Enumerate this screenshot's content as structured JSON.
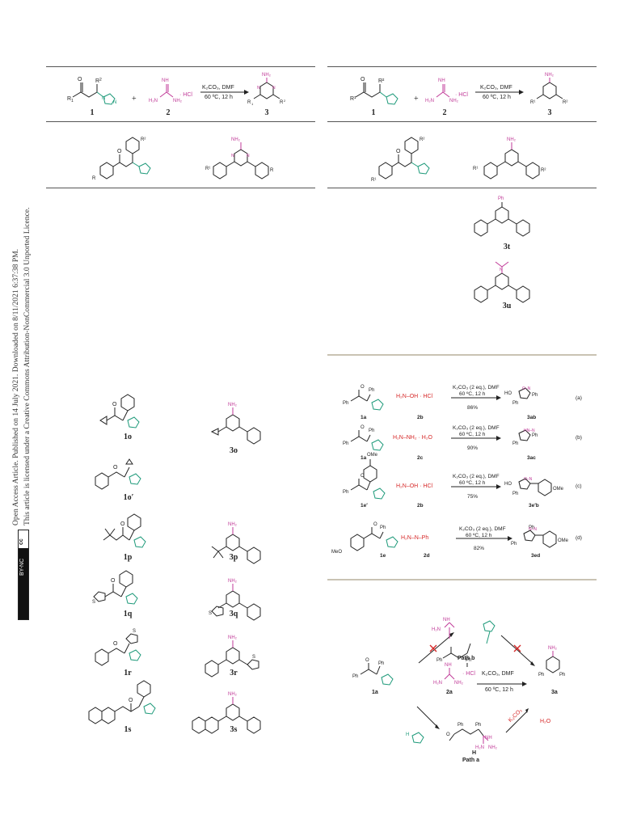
{
  "sidebar": {
    "line1": "Open Access Article. Published on 14 July 2021. Downloaded on 8/11/2021 6:37:38 PM.",
    "line2": "This article is licensed under a Creative Commons Attribution-NonCommercial 3.0 Unported Licence.",
    "badge_cc": "cc",
    "badge_text": "BY-NC"
  },
  "left_table": {
    "scheme": {
      "reagent_top": "K₂CO₃, DMF",
      "reagent_bottom": "60 ºC, 12 h",
      "label_1": "1",
      "label_2": "2",
      "label_3": "3",
      "hcl": "· HCl",
      "plus": "+"
    },
    "entries": [
      {
        "substrate": "1o",
        "product": "3o"
      },
      {
        "substrate": "1o′",
        "product": ""
      },
      {
        "substrate": "1p",
        "product": "3p"
      },
      {
        "substrate": "1q",
        "product": "3q"
      },
      {
        "substrate": "1r",
        "product": "3r"
      },
      {
        "substrate": "1s",
        "product": "3s"
      }
    ]
  },
  "right_table": {
    "scheme": {
      "reagent_top": "K₂CO₃, DMF",
      "reagent_bottom": "60 ºC, 12 h",
      "label_1": "1",
      "label_2": "2",
      "label_3": "3",
      "hcl": "· HCl",
      "plus": "+"
    },
    "entries": [
      {
        "product": "3t",
        "substituent": "Ph"
      },
      {
        "product": "3u"
      }
    ]
  },
  "scheme2": {
    "rows": [
      {
        "tag": "(a)",
        "substrate": "1a",
        "reagent_label": "2b",
        "reagent": "H₂N–OH · HCl",
        "cond_top": "K₂CO₃ (2 eq.), DMF",
        "cond_mid": "60 ºC, 12 h",
        "yield": "86%",
        "product": "3ab"
      },
      {
        "tag": "(b)",
        "substrate": "1a",
        "reagent_label": "2c",
        "reagent": "H₂N–NH₂ · H₂O",
        "cond_top": "K₂CO₃ (2 eq.), DMF",
        "cond_mid": "60 ºC, 12 h",
        "yield": "90%",
        "product": "3ac"
      },
      {
        "tag": "(c)",
        "substrate": "1e′",
        "reagent_label": "2b",
        "reagent": "H₂N–OH · HCl",
        "cond_top": "K₂CO₃ (2 eq.), DMF",
        "cond_mid": "60 ºC, 12 h",
        "yield": "75%",
        "product": "3e′b"
      },
      {
        "tag": "(d)",
        "substrate": "1e",
        "reagent_label": "2d",
        "reagent": "H₂N–N–Ph",
        "cond_top": "K₂CO₃ (2 eq.), DMF",
        "cond_mid": "60 ºC, 12 h",
        "yield": "82%",
        "product": "3ed"
      }
    ],
    "ome": "OMe",
    "ph": "Ph",
    "meo": "MeO",
    "ho": "HO"
  },
  "scheme3": {
    "substrate": "1a",
    "reagent": "2a",
    "product": "3a",
    "hcl": "· HCl",
    "cond_top": "K₂CO₃, DMF",
    "cond_bottom": "60 ºC, 12 h",
    "intermediate_I": "I",
    "path_b": "Path b",
    "intermediate_H": "H",
    "path_a": "Path a",
    "k2co3": "K₂CO₃",
    "h2o": "H₂O",
    "ph": "Ph"
  },
  "colors": {
    "green": "#1e9a7a",
    "magenta": "#c03a98",
    "red": "#d62828",
    "ink": "#222222"
  }
}
